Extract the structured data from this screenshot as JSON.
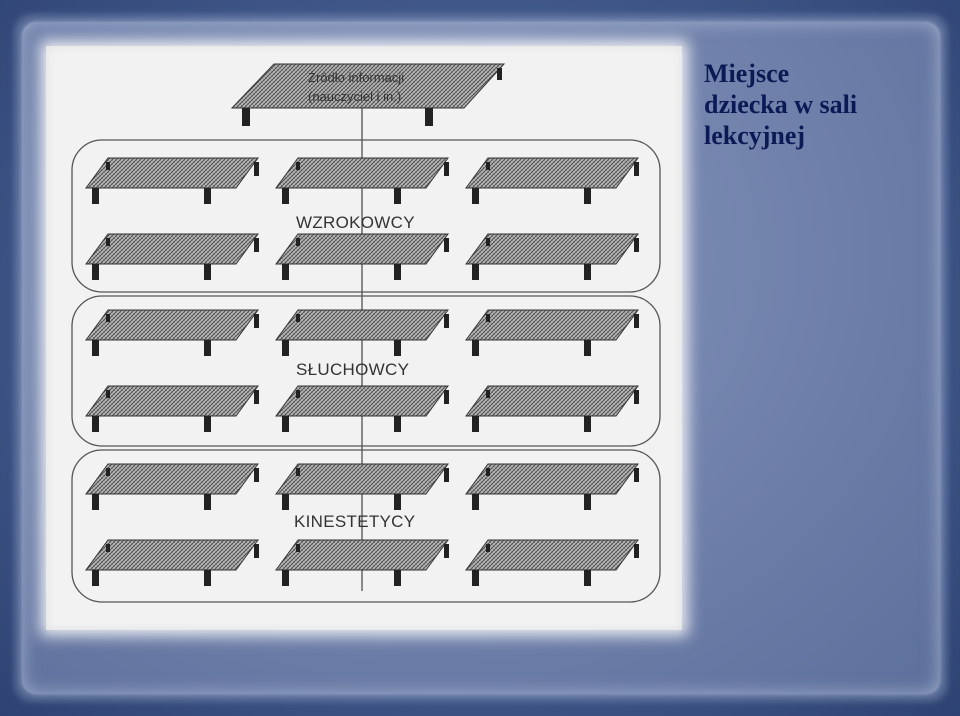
{
  "slide": {
    "title": "Miejsce\ndziecka w sali\nlekcyjnej"
  },
  "diagram": {
    "source": {
      "line1": "Źródło informacji",
      "line2": "(nauczyciel i in.)"
    },
    "groups": [
      {
        "label": "WZROKOWCY"
      },
      {
        "label": "SŁUCHOWCY"
      },
      {
        "label": "KINESTETYCY"
      }
    ]
  },
  "colors": {
    "background": "#3f5688",
    "paper": "#7384ad",
    "title": "#0b1a55",
    "desk_fill": "#9a9a9a"
  }
}
